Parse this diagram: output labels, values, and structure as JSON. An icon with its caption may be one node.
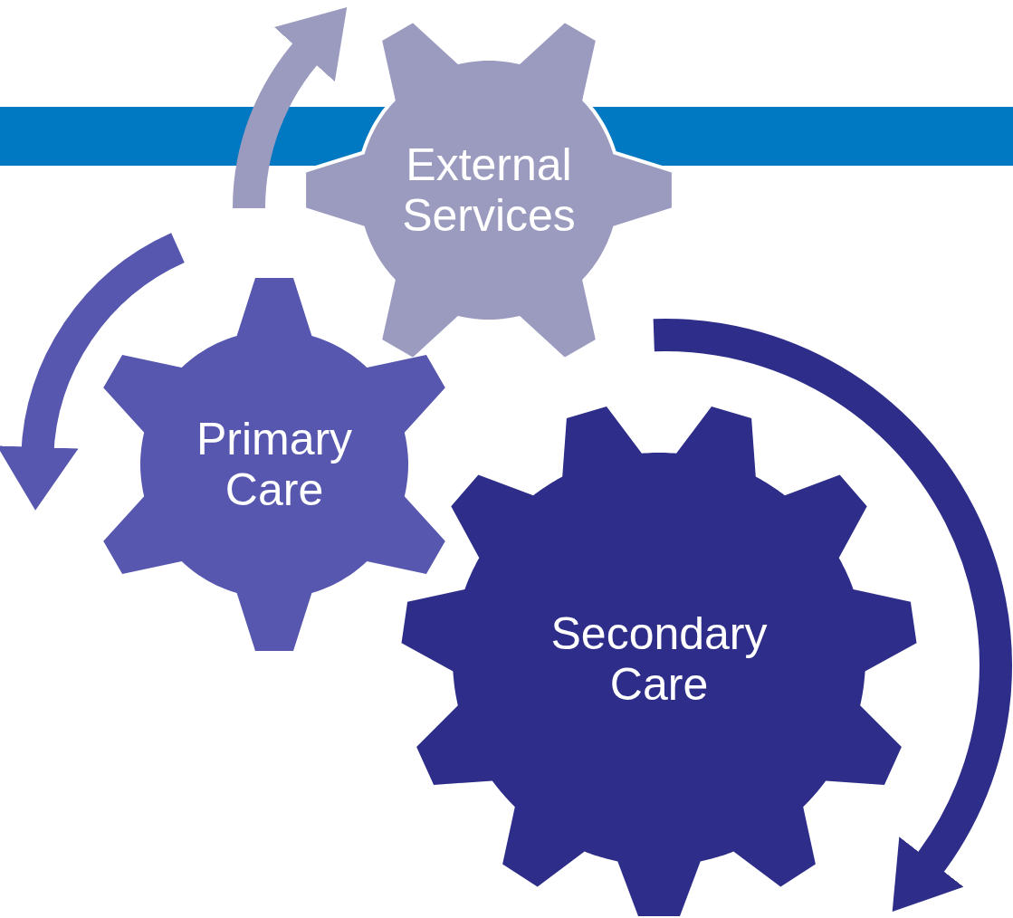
{
  "diagram": {
    "nodes": [
      {
        "text": [],
        "shape": "bar"
      },
      {
        "text": [
          "External Services"
        ]
      },
      {
        "text": [
          "Primary Care"
        ]
      },
      {
        "text": [
          "Secondary Care"
        ]
      }
    ]
  }
}
